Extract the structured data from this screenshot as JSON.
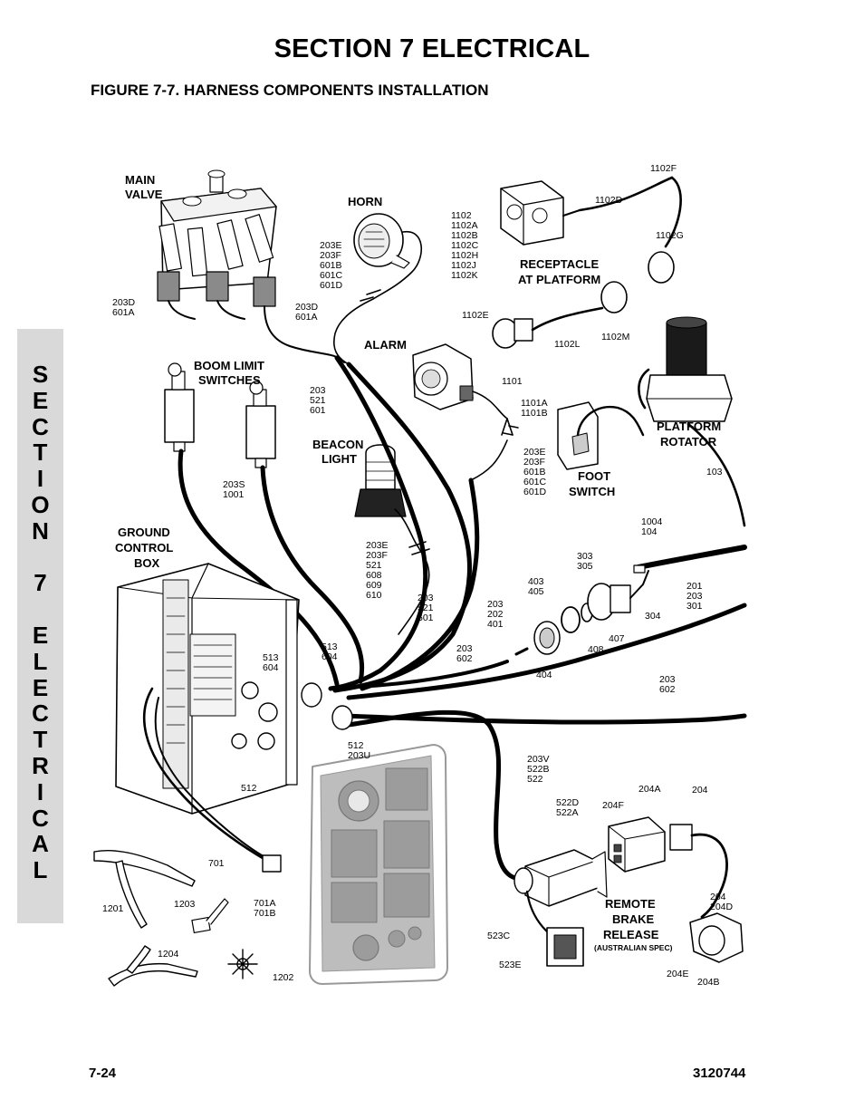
{
  "header": {
    "section_title": "SECTION 7  ELECTRICAL",
    "figure_title": "FIGURE 7-7.    HARNESS COMPONENTS INSTALLATION"
  },
  "side_tab": {
    "letters": [
      "S",
      "E",
      "C",
      "T",
      "I",
      "O",
      "N",
      "",
      "7",
      "",
      "E",
      "L",
      "E",
      "C",
      "T",
      "R",
      "I",
      "C",
      "A",
      "L"
    ]
  },
  "footer": {
    "page": "7-24",
    "doc_number": "3120744"
  },
  "callouts": {
    "main_valve": [
      "MAIN",
      "VALVE"
    ],
    "horn": "HORN",
    "boom_limit": [
      "BOOM LIMIT",
      "SWITCHES"
    ],
    "beacon": [
      "BEACON",
      "LIGHT"
    ],
    "ground_box": [
      "GROUND",
      "CONTROL",
      "BOX"
    ],
    "alarm": "ALARM",
    "receptacle": [
      "RECEPTACLE",
      "AT PLATFORM"
    ],
    "platform_rotator": [
      "PLATFORM",
      "ROTATOR"
    ],
    "foot_switch": [
      "FOOT",
      "SWITCH"
    ],
    "remote_brake": [
      "REMOTE",
      "BRAKE",
      "RELEASE"
    ],
    "australian": "(AUSTRALIAN SPEC)"
  },
  "parts": {
    "p203d_601a_l": [
      "203D",
      "601A"
    ],
    "p203d_601a_r": [
      "203D",
      "601A"
    ],
    "p203e_horn": [
      "203E",
      "203F",
      "601B",
      "601C",
      "601D"
    ],
    "p1102_list": [
      "1102",
      "1102A",
      "1102B",
      "1102C",
      "1102H",
      "1102J",
      "1102K"
    ],
    "p1102f": "1102F",
    "p1102d": "1102D",
    "p1102g": "1102G",
    "p1102e": "1102E",
    "p1102l": "1102L",
    "p1102m": "1102M",
    "p1101": "1101",
    "p1101ab": [
      "1101A",
      "1101B"
    ],
    "p203e_alarm": [
      "203E",
      "203F",
      "601B",
      "601C",
      "601D"
    ],
    "p203_521_601_a": [
      "203",
      "521",
      "601"
    ],
    "p203s_1001": [
      "203S",
      "1001"
    ],
    "p103": "103",
    "p1004_104": [
      "1004",
      "104"
    ],
    "p203e_beacon": [
      "203E",
      "203F",
      "521",
      "608",
      "609",
      "610"
    ],
    "p203_521_601_b": [
      "203",
      "521",
      "601"
    ],
    "p203_202_401": [
      "203",
      "202",
      "401"
    ],
    "p403_405": [
      "403",
      "405"
    ],
    "p303_305": [
      "303",
      "305"
    ],
    "p201_203_301": [
      "201",
      "203",
      "301"
    ],
    "p304": "304",
    "p407": "407",
    "p408": "408",
    "p404": "404",
    "p203_602_a": [
      "203",
      "602"
    ],
    "p203_602_b": [
      "203",
      "602"
    ],
    "p513_604_a": [
      "513",
      "604"
    ],
    "p513_604_b": [
      "513",
      "604"
    ],
    "p512_203u": [
      "512",
      "203U"
    ],
    "p512": "512",
    "p203v": [
      "203V",
      "522B",
      "522"
    ],
    "p522d": [
      "522D",
      "522A"
    ],
    "p204f": "204F",
    "p204a": "204A",
    "p204": "204",
    "p204_204d": [
      "204",
      "204D"
    ],
    "p204e": "204E",
    "p204b": "204B",
    "p523c": "523C",
    "p523e": "523E",
    "p701": "701",
    "p701ab": [
      "701A",
      "701B"
    ],
    "p1201": "1201",
    "p1203": "1203",
    "p1204": "1204",
    "p1202": "1202"
  }
}
